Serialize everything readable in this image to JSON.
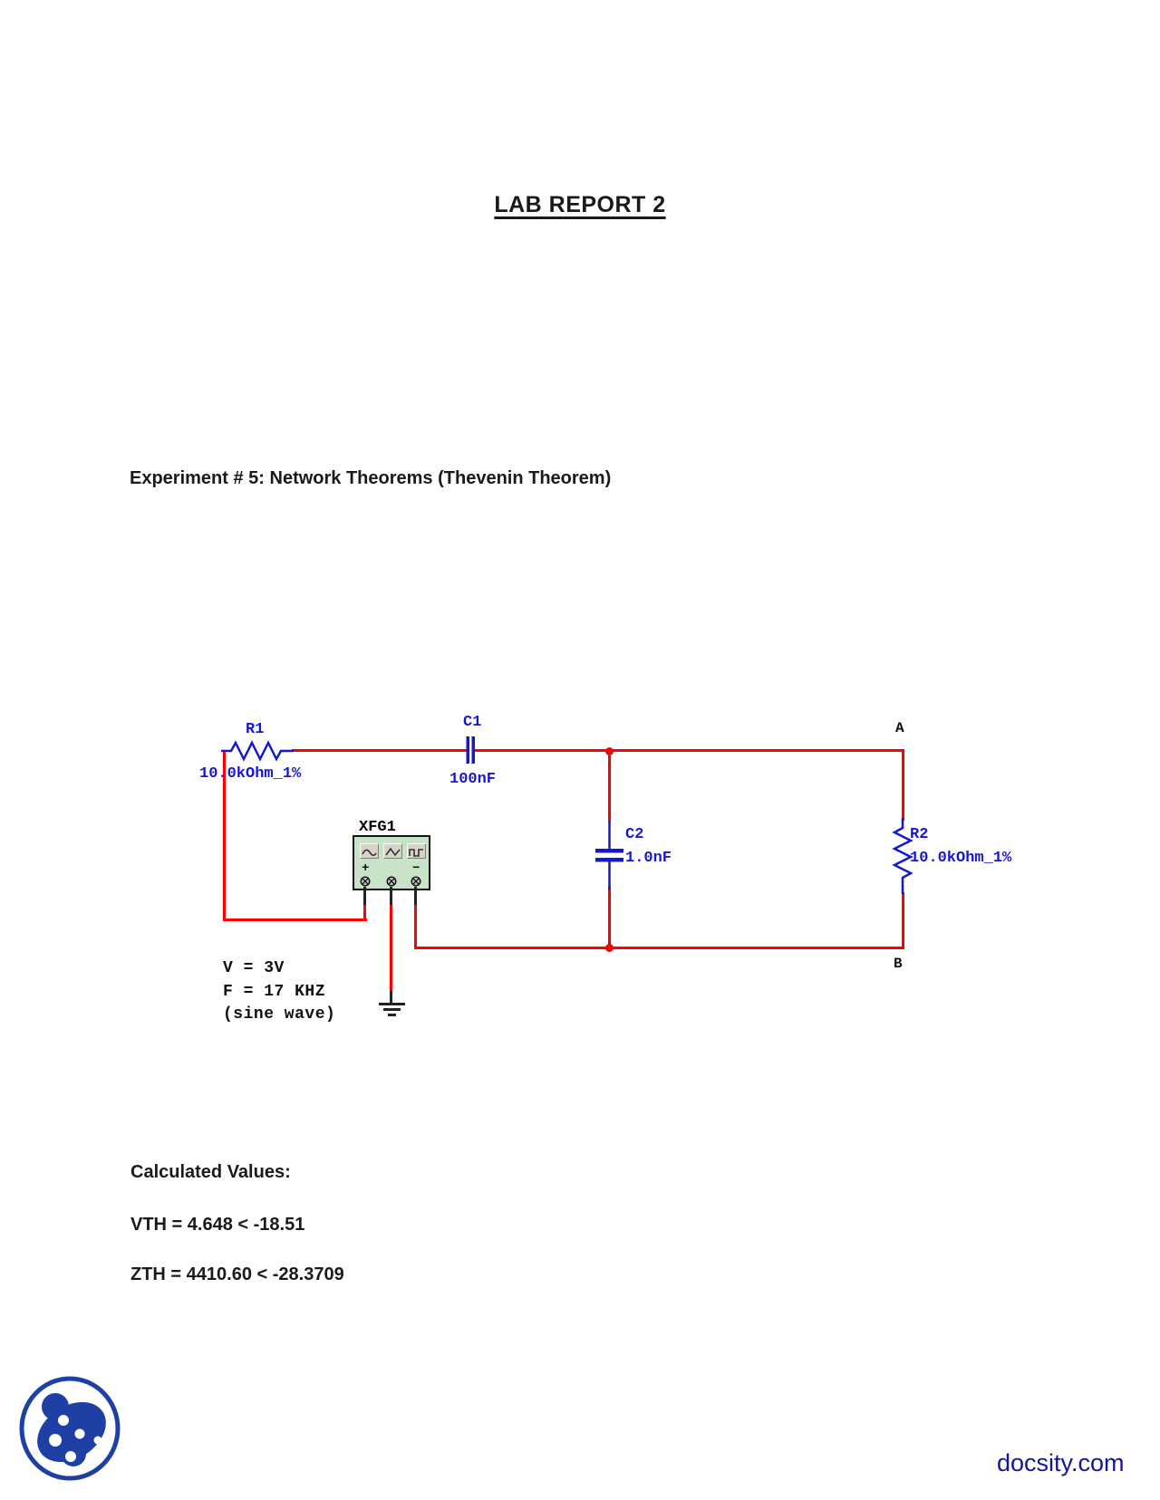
{
  "document": {
    "title": "LAB REPORT 2",
    "experiment_heading": "Experiment # 5: Network Theorems (Thevenin Theorem)",
    "calculated_values": {
      "heading": "Calculated Values:",
      "vth_line": "VTH = 4.648 < -18.51",
      "zth_line": "ZTH = 4410.60 < -28.3709"
    },
    "watermark": "docsity.com"
  },
  "circuit": {
    "components": {
      "r1": {
        "label": "R1",
        "value": "10.0kOhm_1%"
      },
      "c1": {
        "label": "C1",
        "value": "100nF"
      },
      "c2": {
        "label": "C2",
        "value": "1.0nF"
      },
      "r2": {
        "label": "R2",
        "value": "10.0kOhm_1%"
      },
      "xfg1": {
        "label": "XFG1",
        "plus": "+",
        "minus": "−"
      }
    },
    "node_labels": {
      "a": "A",
      "b": "B"
    },
    "source_annotation": {
      "line1": "V = 3V",
      "line2": "F = 17 KHZ",
      "line3": "(sine wave)"
    },
    "icons": {
      "button1": "sine-wave-icon",
      "button2": "triangle-wave-icon",
      "button3": "square-wave-icon",
      "ground": "ground-icon",
      "logo": "docsity-logo"
    },
    "colors": {
      "wire": "#ff0000",
      "component": "#1717cf",
      "xfg_fill": "#c9e3c9",
      "logo_blue": "#1e3fa4",
      "brand_blue": "#15159b"
    }
  }
}
